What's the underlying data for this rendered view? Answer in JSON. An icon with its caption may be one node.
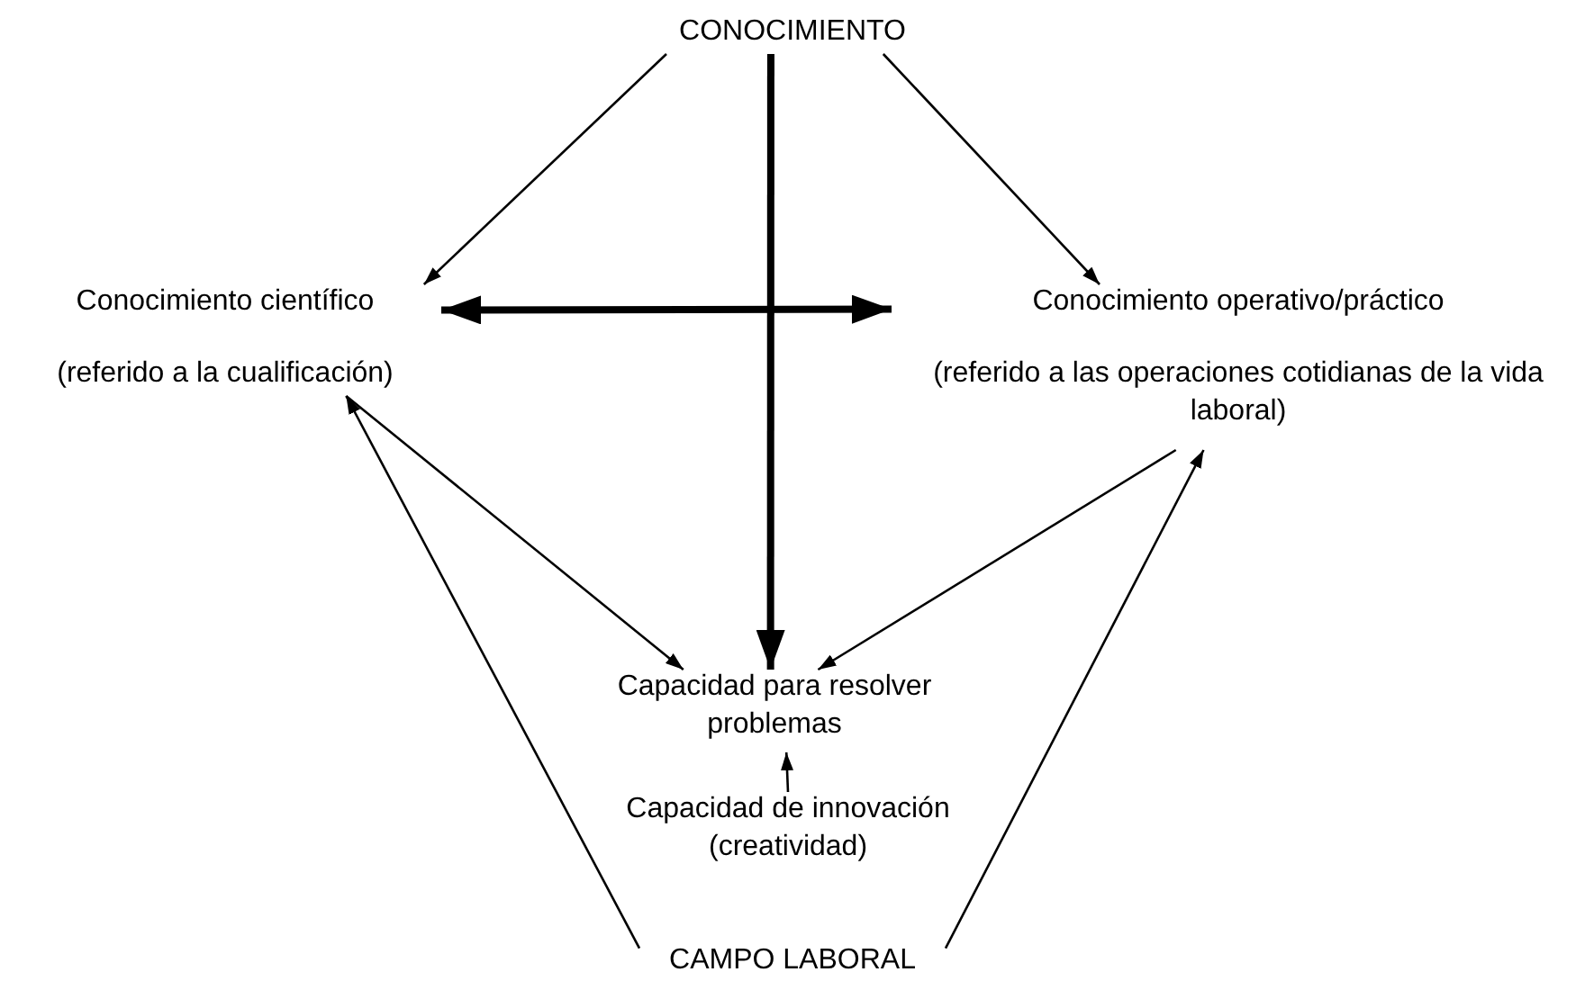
{
  "diagram": {
    "nodes": [
      {
        "text": [
          "CONOCIMIENTO"
        ]
      },
      {
        "text": [
          "Conocimiento científico",
          "(referido a la cualificación)"
        ]
      },
      {
        "text": [
          "Conocimiento operativo/práctico",
          "(referido a las operaciones cotidianas de la vida laboral)"
        ]
      },
      {
        "text": [
          "Capacidad para resolver problemas"
        ]
      },
      {
        "text": [
          "Capacidad de innovación (creatividad)"
        ]
      },
      {
        "text": [
          "CAMPO LABORAL"
        ]
      }
    ],
    "edges": [
      {
        "from": 0,
        "to": 1,
        "arrow": "to"
      },
      {
        "from": 0,
        "to": 2,
        "arrow": "to"
      },
      {
        "from": 0,
        "to": 3,
        "arrow": "to",
        "style": "thick"
      },
      {
        "from": 1,
        "to": 2,
        "arrow": "both",
        "style": "thick"
      },
      {
        "from": 1,
        "to": 3,
        "arrow": "to"
      },
      {
        "from": 2,
        "to": 3,
        "arrow": "to"
      },
      {
        "from": 4,
        "to": 3,
        "arrow": "to"
      },
      {
        "from": 5,
        "to": 1,
        "arrow": "to"
      },
      {
        "from": 5,
        "to": 2,
        "arrow": "to"
      }
    ]
  }
}
